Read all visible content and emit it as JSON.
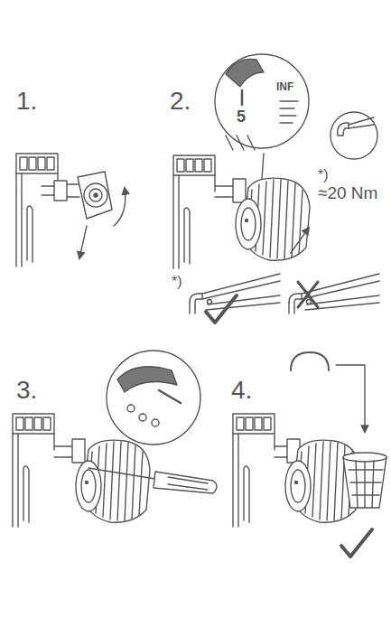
{
  "diagram": {
    "labels": [
      "1.",
      "2.",
      "5",
      "INF",
      "*)",
      "≈20 Nm",
      "*)",
      "3.",
      "4."
    ]
  }
}
